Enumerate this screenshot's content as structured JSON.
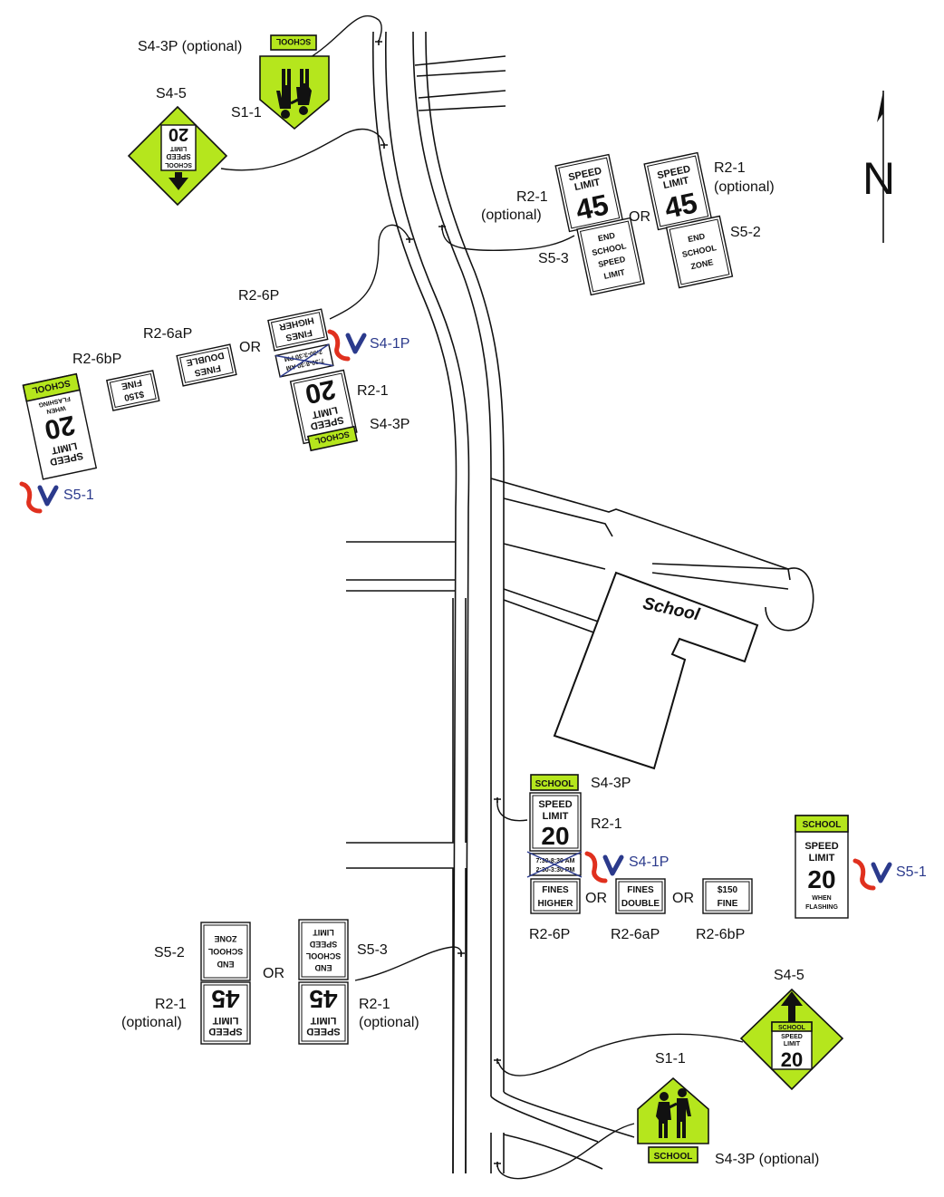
{
  "labels": {
    "s43p_optional_top": "S4-3P (optional)",
    "s11_top": "S1-1",
    "s45_top": "S4-5",
    "r21_optional_ne_left_1": "R2-1",
    "r21_optional_ne_left_2": "(optional)",
    "r21_optional_ne_right_1": "R2-1",
    "r21_optional_ne_right_2": "(optional)",
    "or_ne": "OR",
    "s53_ne": "S5-3",
    "s52_ne": "S5-2",
    "r26p_nw": "R2-6P",
    "r26ap_nw": "R2-6aP",
    "r26bp_nw": "R2-6bP",
    "or_nw": "OR",
    "s41p_nw": "S4-1P",
    "r21_nw": "R2-1",
    "s43p_nw": "S4-3P",
    "s51_nw": "S5-1",
    "s43p_se": "S4-3P",
    "r21_se": "R2-1",
    "s41p_se": "S4-1P",
    "s51_se": "S5-1",
    "or_se_1": "OR",
    "or_se_2": "OR",
    "r26p_se": "R2-6P",
    "r26ap_se": "R2-6aP",
    "r26bp_se": "R2-6bP",
    "s52_sw": "S5-2",
    "or_sw": "OR",
    "s53_sw": "S5-3",
    "r21_sw_left_1": "R2-1",
    "r21_sw_left_2": "(optional)",
    "r21_sw_right_1": "R2-1",
    "r21_sw_right_2": "(optional)",
    "s45_bottom": "S4-5",
    "s11_bottom": "S1-1",
    "s43p_optional_bottom": "S4-3P (optional)",
    "school": "School",
    "north": "N"
  },
  "sign_text": {
    "school": "SCHOOL",
    "speed": "SPEED",
    "limit": "LIMIT",
    "v45": "45",
    "v20": "20",
    "end": "END",
    "speed_limit_limit": "LIMIT",
    "zone": "ZONE",
    "fines": "FINES",
    "higher": "HIGHER",
    "double": "DOUBLE",
    "fine150": "$150",
    "fine": "FINE",
    "when": "WHEN",
    "flashing": "FLASHING",
    "time1": "7:30-8:30 AM",
    "time2": "2:30-3:30 PM"
  },
  "colors": {
    "school_sign": "#b5e61d",
    "beacon_red": "#e0301e",
    "beacon_blue": "#2b3a8c",
    "line": "#111111"
  },
  "icons": [
    "north-arrow-icon",
    "flashing-beacon-icon",
    "schoolchildren-icon",
    "down-arrow-icon",
    "up-arrow-icon"
  ]
}
